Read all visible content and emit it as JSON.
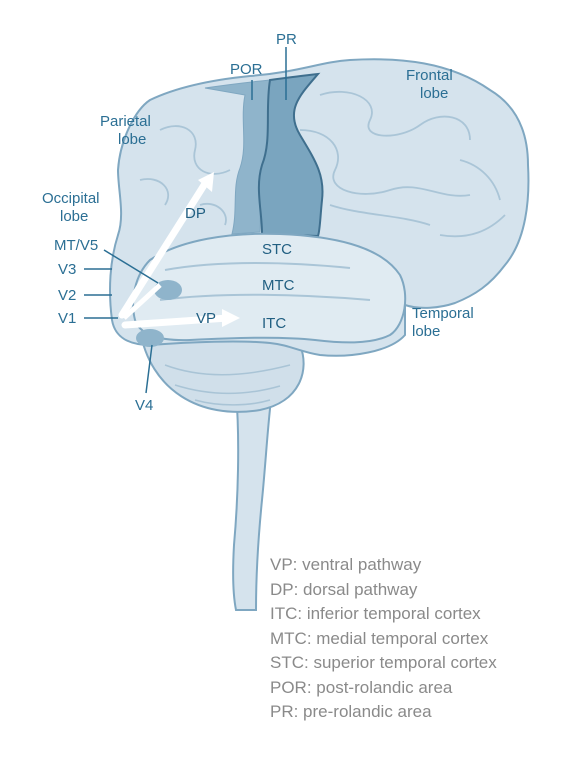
{
  "colors": {
    "brain_fill": "#d5e3ed",
    "brain_outline": "#7fa7c1",
    "label_text": "#2b6f94",
    "cortex_band": "#8fb4cb",
    "pathway_arrow": "#ffffff",
    "legend_text": "#8a8a8a"
  },
  "labels": {
    "pr": "PR",
    "por": "POR",
    "frontal_lobe": [
      "Frontal",
      "lobe"
    ],
    "parietal_lobe": [
      "Parietal",
      "lobe"
    ],
    "occipital_lobe": [
      "Occipital",
      "lobe"
    ],
    "temporal_lobe": [
      "Temporal",
      "lobe"
    ],
    "dp": "DP",
    "vp": "VP",
    "stc": "STC",
    "mtc": "MTC",
    "itc": "ITC",
    "mt_v5": "MT/V5",
    "v3": "V3",
    "v2": "V2",
    "v1": "V1",
    "v4": "V4"
  },
  "legend": [
    "VP: ventral pathway",
    "DP:  dorsal pathway",
    "ITC: inferior temporal cortex",
    "MTC: medial temporal cortex",
    "STC: superior temporal cortex",
    "POR: post-rolandic area",
    "PR: pre-rolandic area"
  ]
}
